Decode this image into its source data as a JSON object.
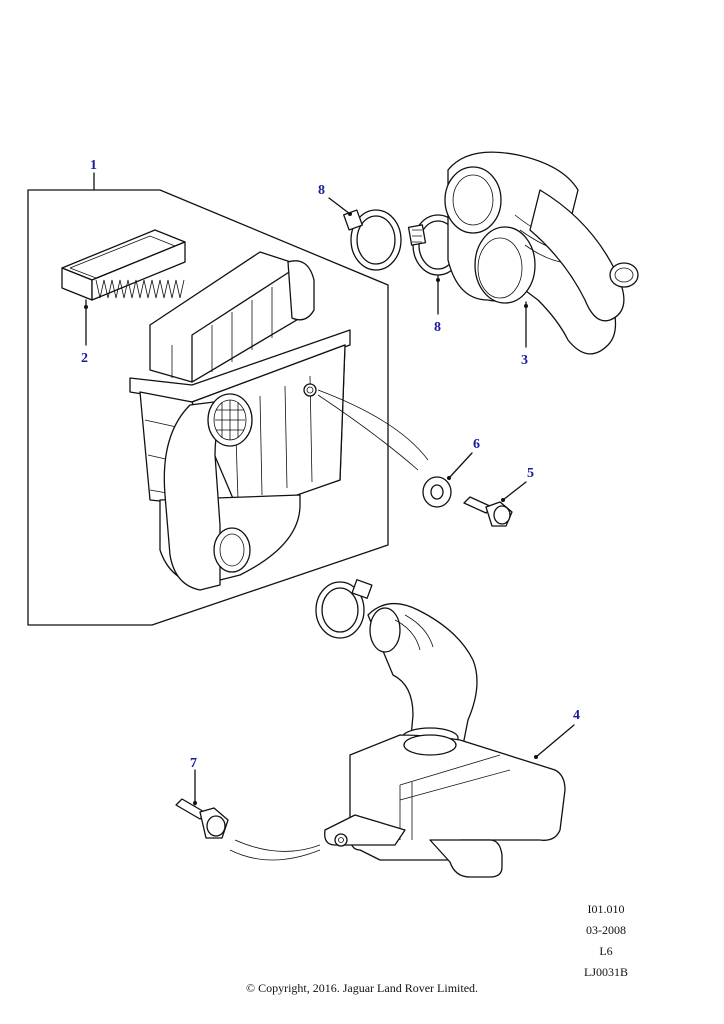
{
  "callouts": {
    "c1": "1",
    "c2": "2",
    "c3": "3",
    "c4": "4",
    "c5": "5",
    "c6": "6",
    "c7": "7",
    "c8a": "8",
    "c8b": "8"
  },
  "callout_color": "#1a1aa0",
  "info": {
    "code": "I01.010",
    "date": "03-2008",
    "model": "L6",
    "ref": "LJ0031B"
  },
  "copyright": "© Copyright, 2016. Jaguar Land Rover Limited."
}
